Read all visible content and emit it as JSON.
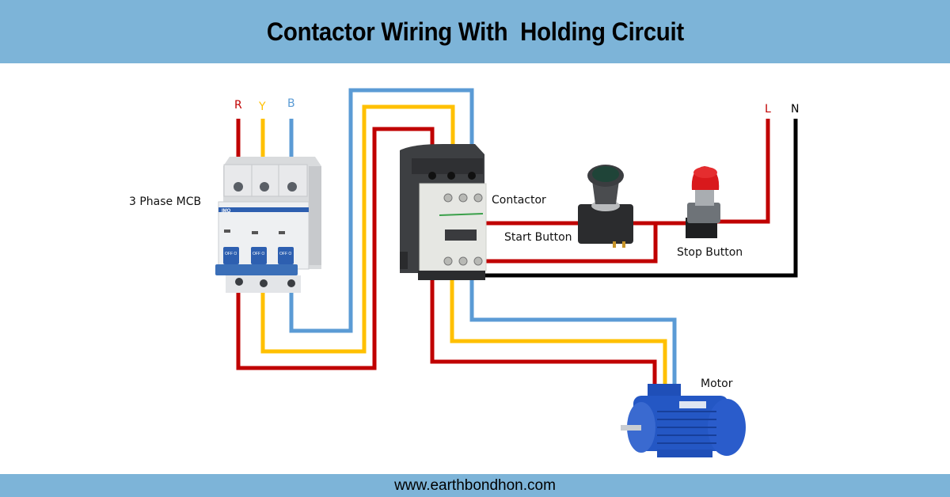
{
  "title": "Contactor Wiring With  Holding Circuit",
  "footer": {
    "website": "www.earthbondhon.com"
  },
  "colors": {
    "banner": "#7db4d8",
    "phase_r": "#c00000",
    "phase_y": "#ffc000",
    "phase_b": "#5b9bd5",
    "neutral": "#000000",
    "live": "#c00000"
  },
  "supply": {
    "three_phase": [
      {
        "label": "R",
        "color": "#c00000"
      },
      {
        "label": "Y",
        "color": "#ffc000"
      },
      {
        "label": "B",
        "color": "#5b9bd5"
      }
    ],
    "single_phase": [
      {
        "label": "L",
        "color": "#c00000"
      },
      {
        "label": "N",
        "color": "#000000"
      }
    ]
  },
  "components": {
    "mcb": {
      "label": "3 Phase MCB",
      "brand": "IMO",
      "switch_text": "OFF O"
    },
    "contactor": {
      "label": "Contactor"
    },
    "start_button": {
      "label": "Start Button"
    },
    "stop_button": {
      "label": "Stop Button"
    },
    "motor": {
      "label": "Motor"
    }
  }
}
